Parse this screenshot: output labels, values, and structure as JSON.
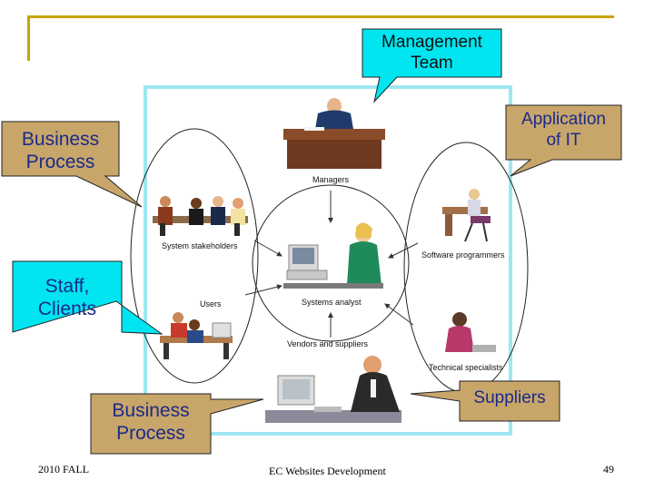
{
  "callouts": {
    "management_team": "Management\nTeam",
    "application_it": "Application\nof IT",
    "business_process_top": "Business\nProcess",
    "staff_clients": "Staff,\nClients",
    "business_process_bottom": "Business\nProcess",
    "suppliers": "Suppliers"
  },
  "nodes": {
    "managers": "Managers",
    "system_stakeholders": "System stakeholders",
    "software_programmers": "Software programmers",
    "users": "Users",
    "systems_analyst": "Systems analyst",
    "vendors_suppliers": "Vendors and suppliers",
    "technical_specialists": "Technical specialists"
  },
  "footer": {
    "term": "2010 FALL",
    "course": "EC Websites Development",
    "page": "49"
  },
  "colors": {
    "accent_rule": "#c8a400",
    "callout_cyan": "#00e5f0",
    "callout_tan": "#c8a66a",
    "frame_cyan": "#9ee6f2"
  }
}
